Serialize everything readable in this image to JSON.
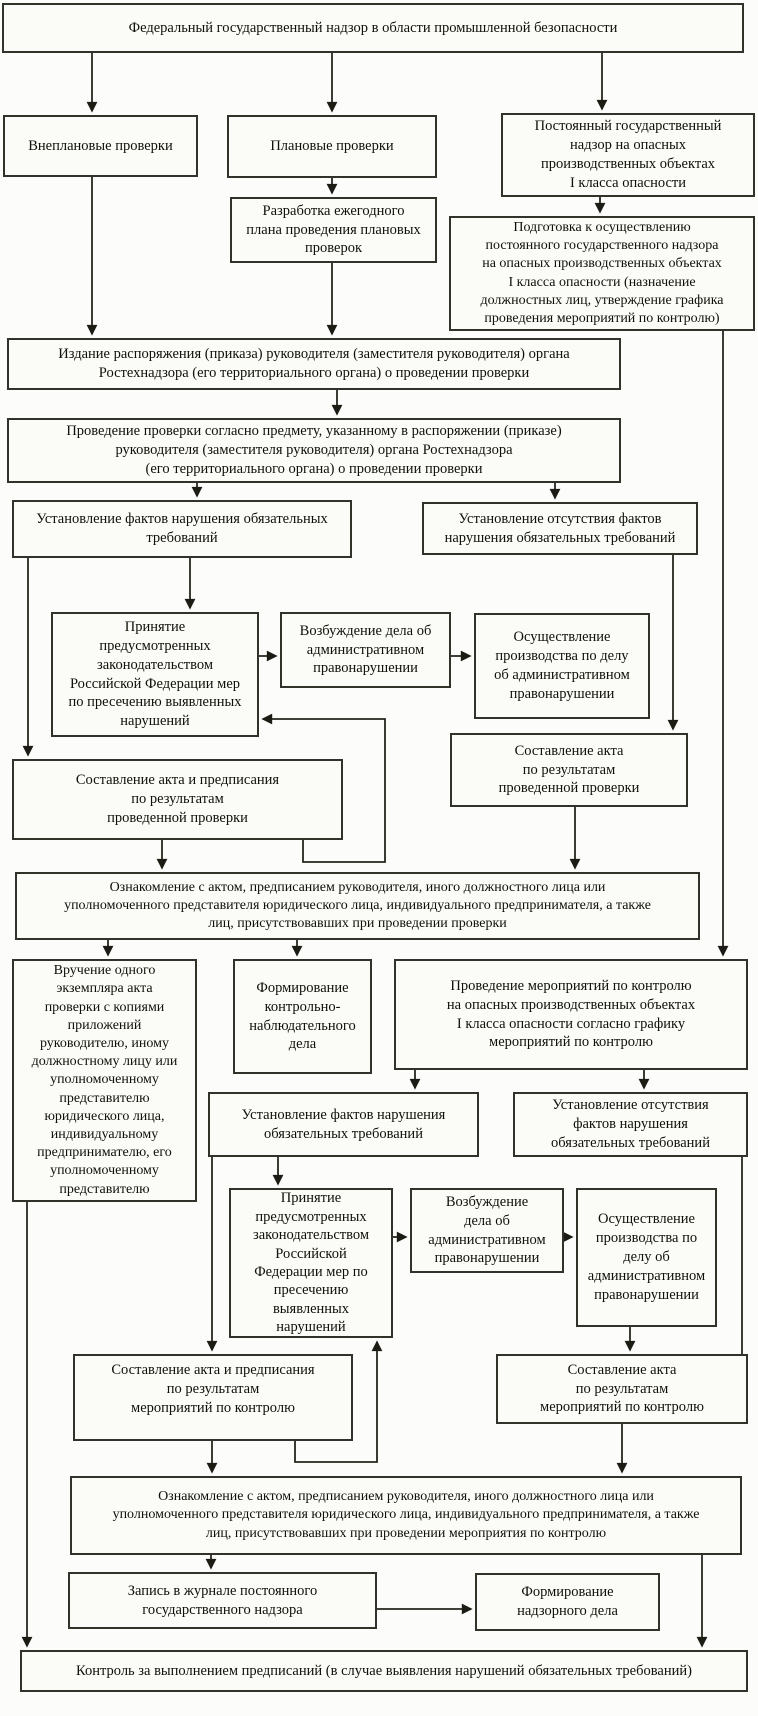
{
  "diagram_title": "Федеральный государственный надзор в области промышленной безопасности",
  "nodes": {
    "title_box": {
      "text": "Федеральный государственный надзор в области промышленной безопасности"
    },
    "unplanned": {
      "text": "Внеплановые проверки"
    },
    "planned": {
      "text": "Плановые проверки"
    },
    "permanent": {
      "text": "Постоянный государственный\nнадзор на опасных\nпроизводственных объектах\nI класса опасности"
    },
    "annual_plan": {
      "text": "Разработка ежегодного\nплана проведения плановых\nпроверок"
    },
    "preparation": {
      "text": "Подготовка к осуществлению\nпостоянного государственного надзора\nна опасных производственных объектах\nI класса опасности (назначение\nдолжностных лиц, утверждение графика\nпроведения мероприятий по контролю)"
    },
    "order_issue": {
      "text": "Издание распоряжения (приказа) руководителя (заместителя руководителя) органа\nРостехнадзора (его территориального органа) о проведении проверки"
    },
    "inspection_conduct": {
      "text": "Проведение проверки согласно предмету, указанному в распоряжении (приказе)\nруководителя (заместителя руководителя) органа Ростехнадзора\n(его территориального органа) о проведении проверки"
    },
    "facts_found_1": {
      "text": "Установление фактов нарушения обязательных\nтребований"
    },
    "facts_absent_1": {
      "text": "Установление отсутствия фактов\nнарушения обязательных требований"
    },
    "measures_1": {
      "text": "Принятие\nпредусмотренных\nзаконодательством\nРоссийской Федерации мер\nпо пресечению выявленных\nнарушений"
    },
    "case_init_1": {
      "text": "Возбуждение дела об\nадминистративном\nправонарушении"
    },
    "proceedings_1": {
      "text": "Осуществление\nпроизводства по делу\nоб административном\nправонарушении"
    },
    "act_1": {
      "text": "Составление акта\nпо результатам\nпроведенной проверки"
    },
    "act_prescription_1": {
      "text": "Составление акта и предписания\nпо результатам\nпроведенной проверки"
    },
    "familiarization_1": {
      "text": "Ознакомление с актом, предписанием руководителя, иного должностного лица или\nуполномоченного представителя юридического лица, индивидуального предпринимателя, а также\nлиц, присутствовавших при проведении проверки"
    },
    "copy_delivery": {
      "text": "Вручение одного\nэкземпляра акта\nпроверки с копиями\nприложений\nруководителю, иному\nдолжностному лицу или\nуполномоченному\nпредставителю\nюридического лица,\nиндивидуальному\nпредпринимателю, его\nуполномоченному\nпредставителю"
    },
    "control_file": {
      "text": "Формирование\nконтрольно-\nнаблюдательного\nдела"
    },
    "control_events": {
      "text": "Проведение мероприятий по контролю\nна опасных производственных объектах\nI класса опасности согласно графику\nмероприятий по контролю"
    },
    "facts_found_2": {
      "text": "Установление фактов нарушения\nобязательных требований"
    },
    "facts_absent_2": {
      "text": "Установление отсутствия\nфактов нарушения\nобязательных требований"
    },
    "measures_2": {
      "text": "Принятие\nпредусмотренных\nзаконодательством\nРоссийской\nФедерации мер по\nпресечению\nвыявленных\nнарушений"
    },
    "case_init_2": {
      "text": "Возбуждение\nдела об\nадминистративном\nправонарушении"
    },
    "proceedings_2": {
      "text": "Осуществление\nпроизводства по\nделу об\nадминистративном\nправонарушении"
    },
    "act_prescription_2": {
      "text": "Составление акта и предписания\nпо результатам\nмероприятий по контролю"
    },
    "act_2": {
      "text": "Составление акта\nпо результатам\nмероприятий по контролю"
    },
    "familiarization_2": {
      "text": "Ознакомление с актом, предписанием руководителя, иного должностного лица или\nуполномоченного представителя юридического лица, индивидуального предпринимателя, а также\nлиц, присутствовавших при проведении мероприятия по контролю"
    },
    "journal_record": {
      "text": "Запись в журнале постоянного\nгосударственного надзора"
    },
    "supervision_file": {
      "text": "Формирование\nнадзорного дела"
    },
    "prescription_control": {
      "text": "Контроль за выполнением предписаний (в случае выявления нарушений обязательных требований)"
    }
  },
  "edges": [
    {
      "from": "title_box",
      "to": "unplanned"
    },
    {
      "from": "title_box",
      "to": "planned"
    },
    {
      "from": "title_box",
      "to": "permanent"
    },
    {
      "from": "planned",
      "to": "annual_plan"
    },
    {
      "from": "permanent",
      "to": "preparation"
    },
    {
      "from": "unplanned",
      "to": "order_issue"
    },
    {
      "from": "annual_plan",
      "to": "order_issue"
    },
    {
      "from": "order_issue",
      "to": "inspection_conduct"
    },
    {
      "from": "inspection_conduct",
      "to": "facts_found_1"
    },
    {
      "from": "inspection_conduct",
      "to": "facts_absent_1"
    },
    {
      "from": "facts_found_1",
      "to": "act_prescription_1"
    },
    {
      "from": "facts_found_1",
      "to": "measures_1"
    },
    {
      "from": "measures_1",
      "to": "case_init_1"
    },
    {
      "from": "case_init_1",
      "to": "proceedings_1"
    },
    {
      "from": "facts_absent_1",
      "to": "act_1"
    },
    {
      "from": "act_prescription_1",
      "to": "measures_1"
    },
    {
      "from": "act_prescription_1",
      "to": "familiarization_1"
    },
    {
      "from": "act_1",
      "to": "familiarization_1"
    },
    {
      "from": "familiarization_1",
      "to": "copy_delivery"
    },
    {
      "from": "familiarization_1",
      "to": "control_file"
    },
    {
      "from": "preparation",
      "to": "control_events"
    },
    {
      "from": "control_events",
      "to": "facts_found_2"
    },
    {
      "from": "control_events",
      "to": "facts_absent_2"
    },
    {
      "from": "facts_found_2",
      "to": "act_prescription_2"
    },
    {
      "from": "facts_found_2",
      "to": "measures_2"
    },
    {
      "from": "measures_2",
      "to": "case_init_2"
    },
    {
      "from": "case_init_2",
      "to": "proceedings_2"
    },
    {
      "from": "facts_absent_2",
      "to": "act_2"
    },
    {
      "from": "proceedings_2",
      "to": "act_2"
    },
    {
      "from": "act_prescription_2",
      "to": "measures_2"
    },
    {
      "from": "act_prescription_2",
      "to": "familiarization_2"
    },
    {
      "from": "act_2",
      "to": "familiarization_2"
    },
    {
      "from": "familiarization_2",
      "to": "journal_record"
    },
    {
      "from": "familiarization_2",
      "to": "prescription_control"
    },
    {
      "from": "journal_record",
      "to": "supervision_file"
    },
    {
      "from": "copy_delivery",
      "to": "prescription_control"
    }
  ]
}
